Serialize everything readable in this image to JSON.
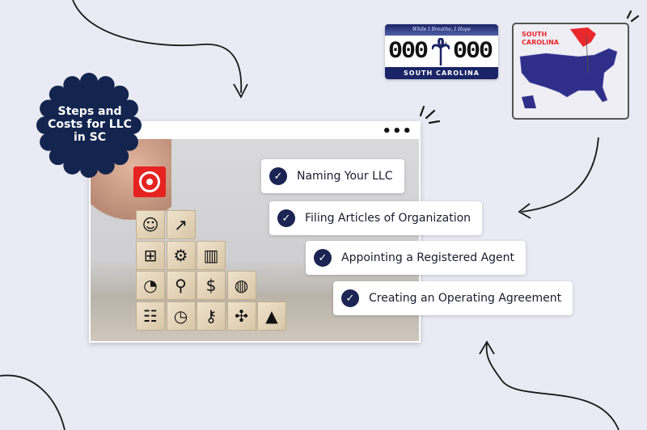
{
  "badge": {
    "title": "Steps and Costs for LLC in SC",
    "color": "#13254f"
  },
  "window": {
    "menu_dots": "•••"
  },
  "steps": [
    {
      "label": "Naming Your LLC",
      "icon": "check-circle-icon"
    },
    {
      "label": "Filing Articles of Organization",
      "icon": "check-circle-icon"
    },
    {
      "label": "Appointing a Registered Agent",
      "icon": "check-circle-icon"
    },
    {
      "label": "Creating an Operating Agreement",
      "icon": "check-circle-icon"
    }
  ],
  "plate": {
    "motto": "While I Breathe, I Hope",
    "left_number": "000",
    "right_number": "000",
    "state": "SOUTH CAROLINA"
  },
  "map": {
    "label": "SOUTH CAROLINA",
    "highlight_color": "#e8282b",
    "map_color": "#2f2f8a"
  },
  "blocks": {
    "row1": [
      "businessman-idea-icon",
      "line-chart-icon"
    ],
    "row2": [
      "org-chart-icon",
      "gear-idea-icon",
      "bar-chart-icon"
    ],
    "row3": [
      "pie-chart-icon",
      "magnifier-icon",
      "money-bag-icon",
      "globe-icon"
    ],
    "row4": [
      "flowchart-icon",
      "clock-icon",
      "key-icon",
      "puzzle-icon",
      "pyramid-icon"
    ],
    "glyphs": {
      "row1": [
        "☺",
        "↗"
      ],
      "row2": [
        "⊞",
        "⚙",
        "▥"
      ],
      "row3": [
        "◔",
        "⚲",
        "$",
        "◍"
      ],
      "row4": [
        "☷",
        "◷",
        "⚷",
        "✣",
        "▲"
      ]
    }
  },
  "colors": {
    "accent": "#1b2452",
    "background": "#e9eaf3",
    "red": "#e52321"
  }
}
